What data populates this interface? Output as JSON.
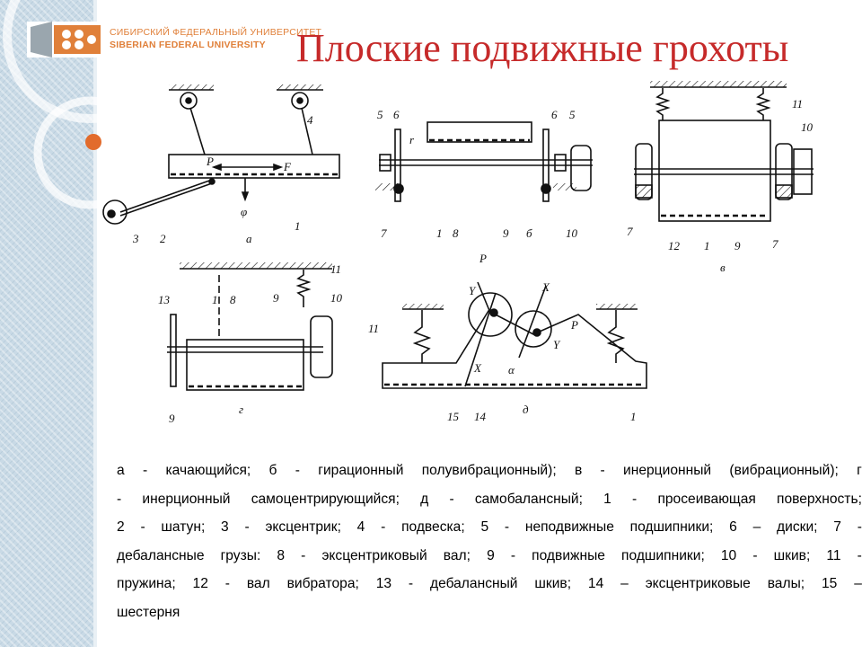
{
  "header": {
    "university_ru": "СИБИРСКИЙ ФЕДЕРАЛЬНЫЙ УНИВЕРСИТЕТ",
    "university_en": "SIBERIAN FEDERAL UNIVERSITY",
    "title": "Плоские подвижные грохоты"
  },
  "colors": {
    "title": "#c62a2a",
    "logo": "#e0803a",
    "side_panel": "#c9dae6"
  },
  "figure": {
    "labels": {
      "a": {
        "n1": "1",
        "n2": "2",
        "n3": "3",
        "n4": "4",
        "p": "P",
        "f": "F",
        "phi": "φ",
        "sub": "а"
      },
      "b": {
        "n5l": "5",
        "n6l": "6",
        "n6r": "6",
        "n5r": "5",
        "n7": "7",
        "n1": "1",
        "n8": "8",
        "n9": "9",
        "n10": "10",
        "r": "r",
        "sub": "б"
      },
      "v": {
        "n11": "11",
        "n10": "10",
        "n7l": "7",
        "n12": "12",
        "n1": "1",
        "n9": "9",
        "n7r": "7",
        "sub": "в"
      },
      "g": {
        "n13": "13",
        "n1": "1",
        "n8": "8",
        "n9t": "9",
        "n11": "11",
        "n10": "10",
        "n9b": "9",
        "sub": "г"
      },
      "d": {
        "n11": "11",
        "p1": "P",
        "y1": "Y",
        "x1": "X",
        "x2": "X",
        "p2": "P",
        "y2": "Y",
        "alpha": "α",
        "n15": "15",
        "n14": "14",
        "n1": "1",
        "sub": "д"
      }
    }
  },
  "caption": {
    "lines": [
      [
        "а",
        "-",
        "качающийся;",
        "б",
        "-",
        "гирационный",
        "полувибрационный);",
        "в",
        "-",
        "инерционный",
        "(вибрационный);",
        "г"
      ],
      [
        "-",
        "инерционный",
        "самоцентрирующийся;",
        "д",
        "-",
        "самобалансный;",
        "1",
        "-",
        "просеивающая",
        "поверхность;"
      ],
      [
        "2",
        "-",
        "шатун;",
        "3",
        "-",
        "эксцентрик;",
        "4",
        "-",
        "подвеска;",
        "5",
        "-",
        "неподвижные",
        "подшипники;",
        "6",
        "–",
        "диски;",
        "7",
        "-"
      ],
      [
        "дебалансные",
        "грузы:",
        "8",
        "-",
        "эксцентриковый",
        "вал;",
        "9",
        "-",
        "подвижные",
        "подшипники;",
        "10",
        "-",
        "шкив;",
        "11",
        "-"
      ],
      [
        "пружина;",
        "12",
        "-",
        "вал",
        "вибратора;",
        "13",
        "-",
        "дебалансный",
        "шкив;",
        "14",
        "–",
        "эксцентриковые",
        "валы;",
        "15",
        "–"
      ],
      [
        "шестерня"
      ]
    ]
  }
}
